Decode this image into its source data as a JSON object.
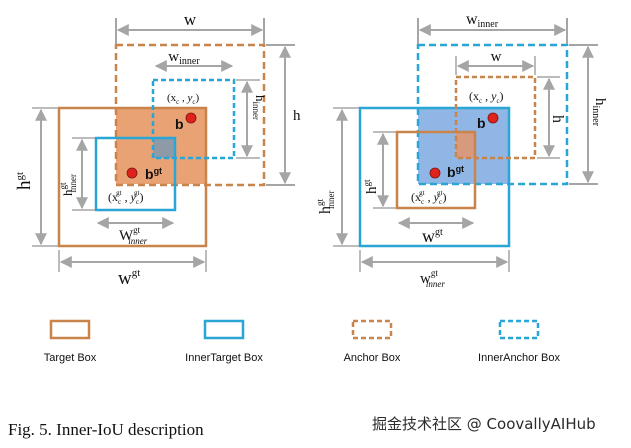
{
  "caption": "Fig. 5.   Inner-IoU description",
  "watermark": "掘金技术社区 @ CoovallyAIHub",
  "colors": {
    "target": "#c8844a",
    "target_fill": "#e8a273",
    "inner_target": "#2aa6d6",
    "anchor": "#c8844a",
    "inner_anchor": "#2aa6d6",
    "right_fill": "#8fb6e4",
    "overlap_left": "#8e9aa7",
    "overlap_right": "#d79a7f",
    "point": "#e0221c",
    "dim": "#a5a5a5"
  },
  "legend": [
    {
      "label": "Target Box",
      "style": "solid",
      "color": "#c8844a"
    },
    {
      "label": "InnerTarget Box",
      "style": "solid",
      "color": "#2aa6d6"
    },
    {
      "label": "Anchor Box",
      "style": "dashed",
      "color": "#c8844a"
    },
    {
      "label": "InnerAnchor Box",
      "style": "dashed",
      "color": "#2aa6d6"
    }
  ],
  "left": {
    "w": "w",
    "w_inner": "w",
    "w_inner_sub": "inner",
    "h": "h",
    "h_inner": "h",
    "h_inner_sub": "inner",
    "h_gt": "h",
    "h_gt_sup": "gt",
    "h_inner_gt": "h",
    "h_inner_gt_sup": "gt",
    "h_inner_gt_sub": "inner",
    "w_inner_gt": "W",
    "w_inner_gt_sup": "gt",
    "w_inner_gt_sub": "inner",
    "w_gt": "w",
    "w_gt_sup": "gt",
    "b": "b",
    "b_gt": "b",
    "b_gt_sup": "gt",
    "center": "(x",
    "center_c": "c",
    "center_mid": " , ",
    "center_y": "y",
    "center_end": ")",
    "center_gt": "(x",
    "center_gt_sub": "c",
    "center_gt_sup": "gt",
    "center_gt_mid": " , ",
    "center_gt_y": "y",
    "center_gt_end": ")"
  },
  "right": {
    "w_inner": "w",
    "w_inner_sub": "inner",
    "w": "w",
    "h_inner": "h",
    "h_inner_sub": "inner",
    "h": "h",
    "h_inner_gt": "h",
    "h_inner_gt_sup": "gt",
    "h_inner_gt_sub": "inner",
    "h_gt": "h",
    "h_gt_sup": "gt",
    "w_gt": "w",
    "w_gt_sup": "gt",
    "w_inner_gt": "w",
    "w_inner_gt_sup": "gt",
    "w_inner_gt_sub": "inner",
    "b": "b",
    "b_gt": "b",
    "b_gt_sup": "gt",
    "center": "(x",
    "center_c": "c",
    "center_mid": " , ",
    "center_y": "y",
    "center_end": ")",
    "center_gt": "(x",
    "center_gt_sub": "c",
    "center_gt_sup": "gt",
    "center_gt_mid": " , ",
    "center_gt_y": "y",
    "center_gt_end": ")"
  }
}
